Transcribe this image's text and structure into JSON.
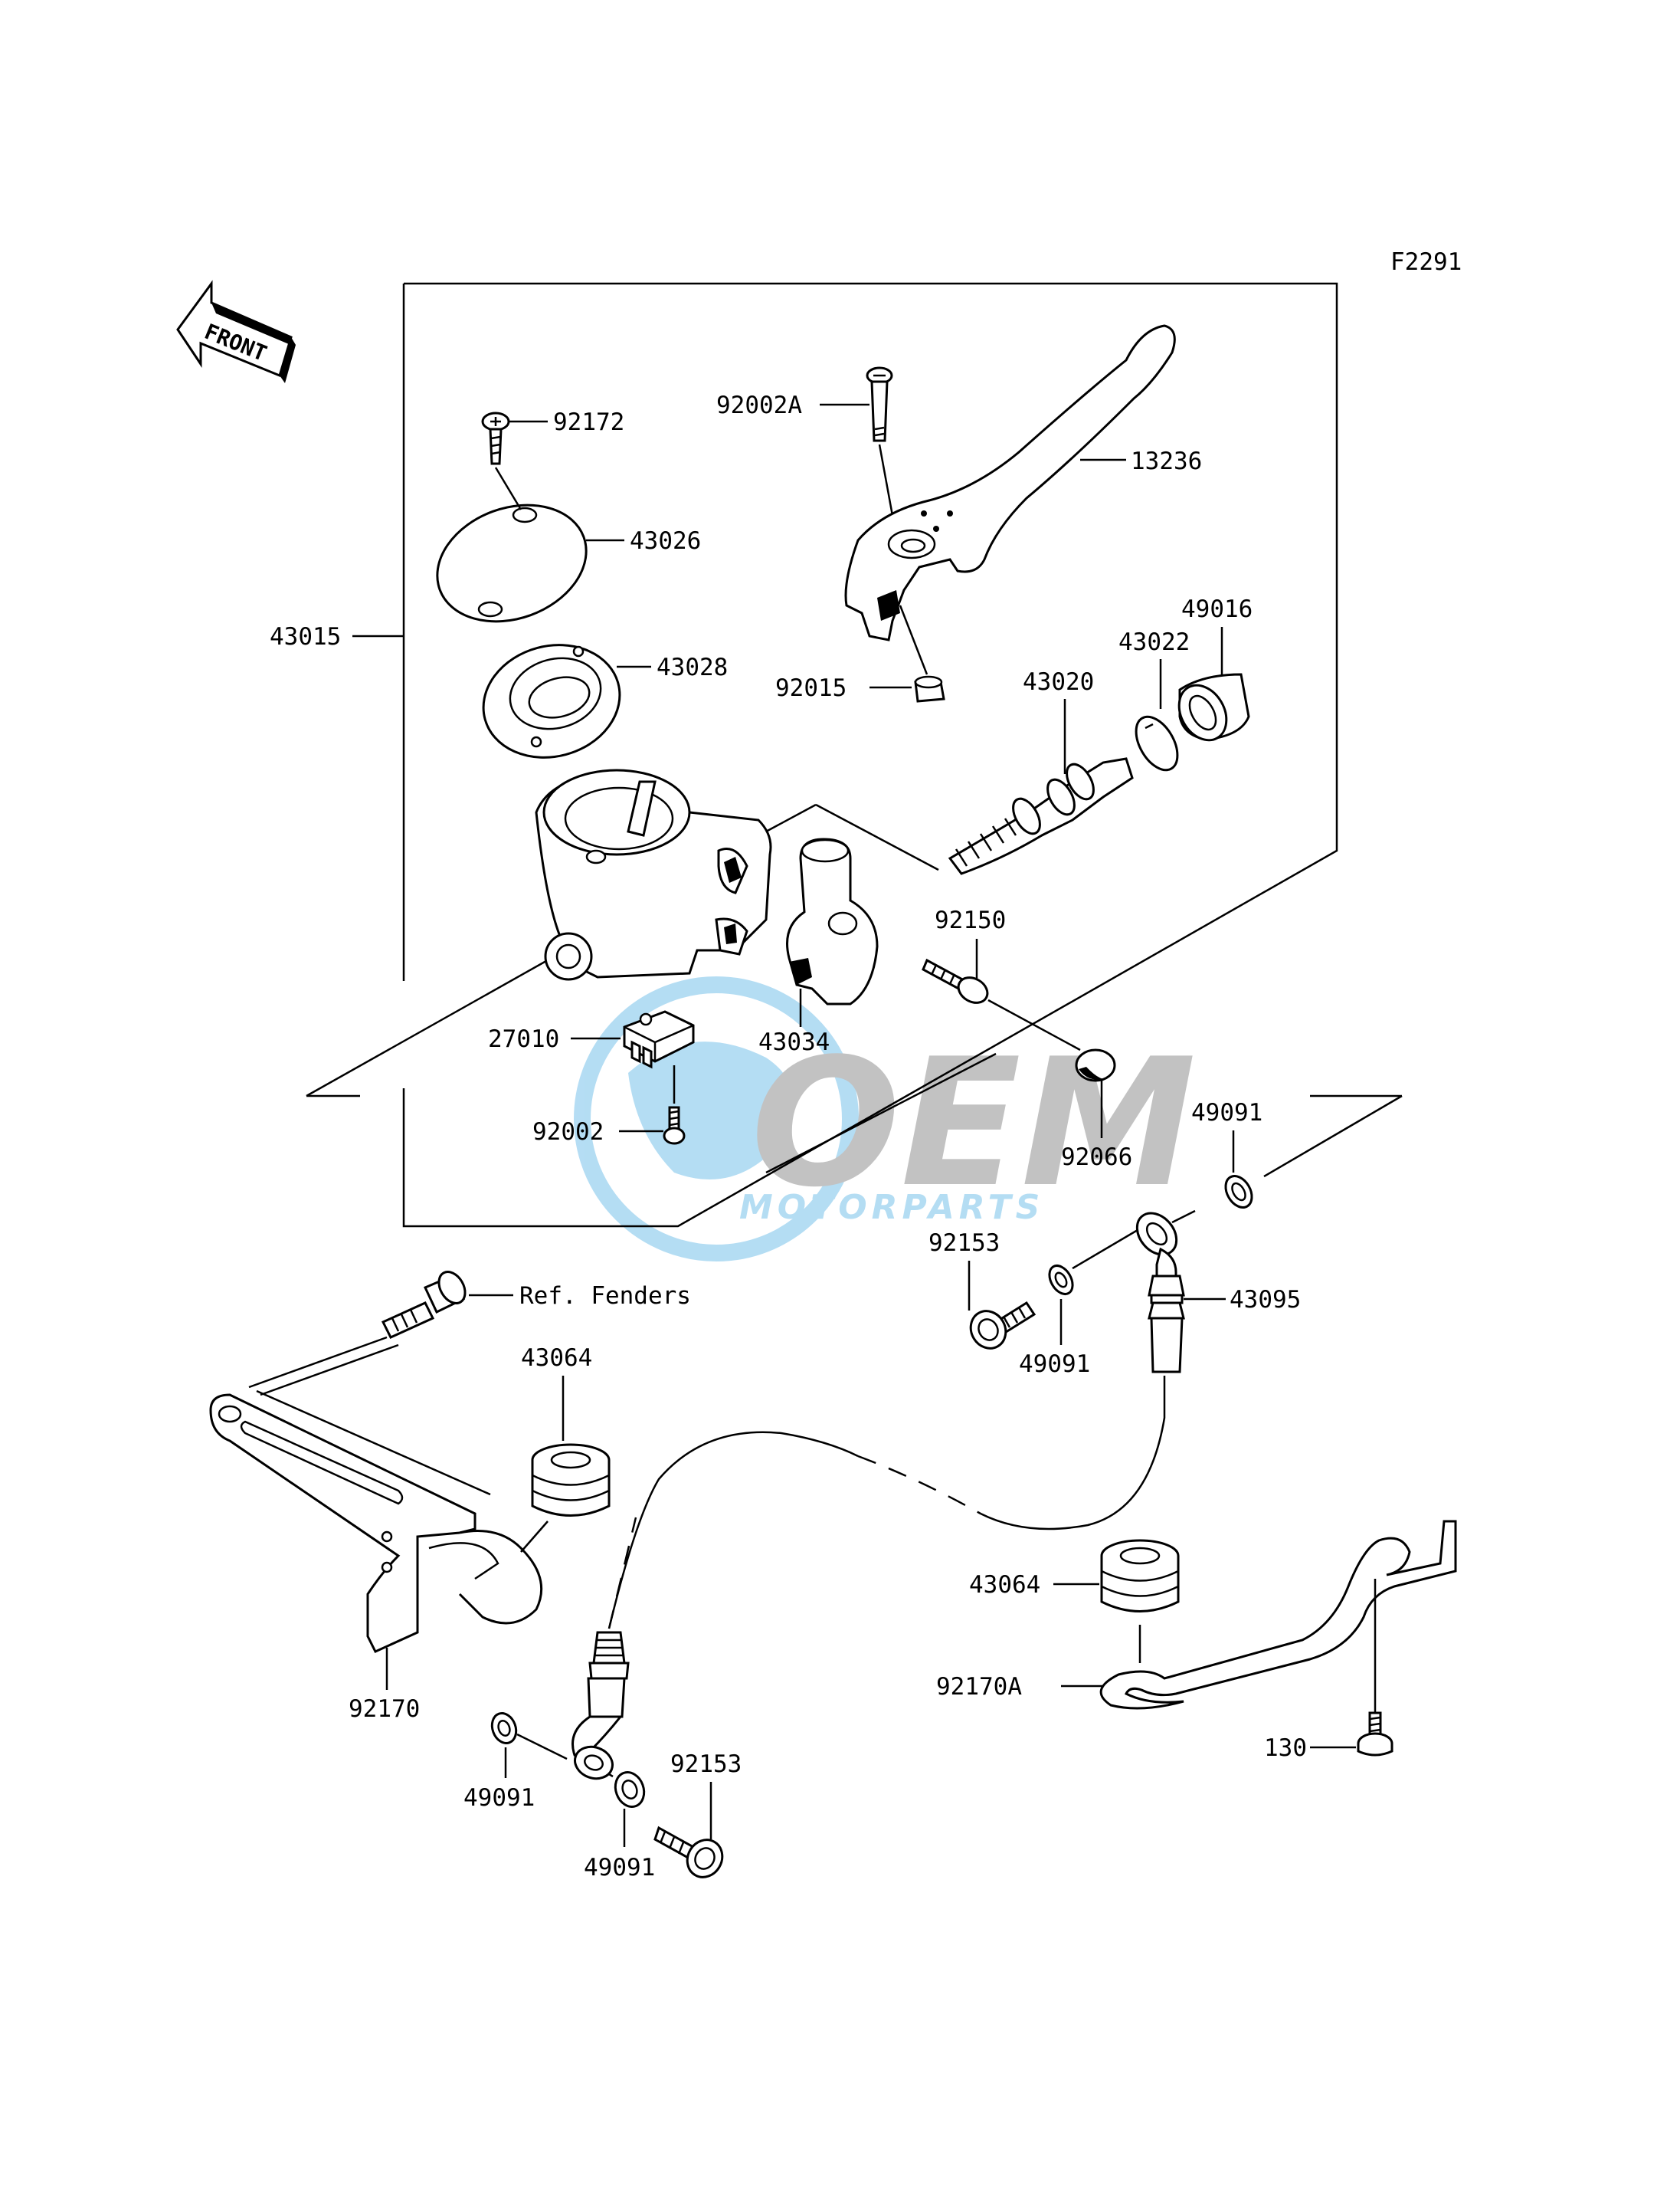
{
  "diagram_code": "F2291",
  "front_arrow_text": "FRONT",
  "watermark": {
    "brand": "OEM",
    "sub": "MOTORPARTS",
    "color": "#5bb4e6"
  },
  "labels": {
    "p92172": "92172",
    "p43026": "43026",
    "p43015": "43015",
    "p43028": "43028",
    "p92002A": "92002A",
    "p13236": "13236",
    "p92015": "92015",
    "p43020": "43020",
    "p43022": "43022",
    "p49016": "49016",
    "p92150": "92150",
    "p27010": "27010",
    "p43034": "43034",
    "p92002": "92002",
    "p92066": "92066",
    "p49091_a": "49091",
    "p92153_a": "92153",
    "p43095": "43095",
    "p49091_b": "49091",
    "ref_fenders": "Ref. Fenders",
    "p43064_a": "43064",
    "p92170": "92170",
    "p43064_b": "43064",
    "p92170A": "92170A",
    "p130": "130",
    "p92153_b": "92153",
    "p49091_c": "49091",
    "p49091_d": "49091"
  }
}
